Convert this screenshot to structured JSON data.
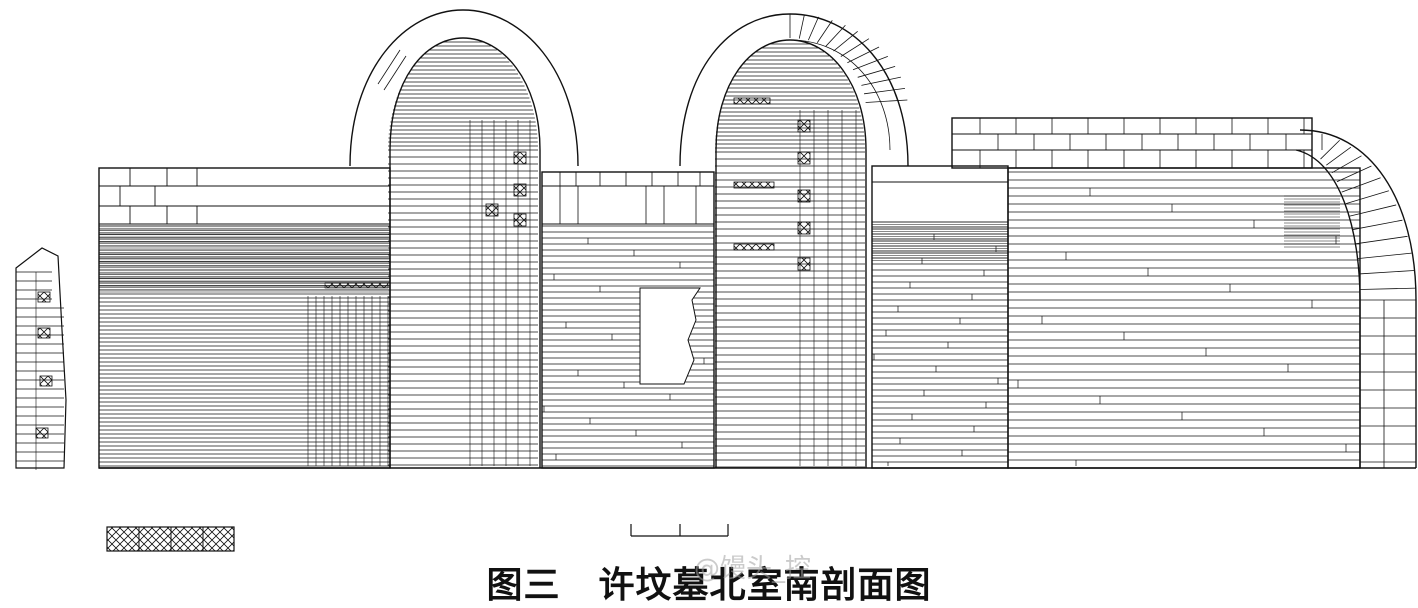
{
  "figure": {
    "number": "图三",
    "title": "许坟墓北室南剖面图"
  },
  "watermark": {
    "text": "@馒头_控"
  },
  "colors": {
    "line": "#111111",
    "background": "#ffffff"
  },
  "elements": {
    "legend": "hatched-brick-swatch",
    "scale": "scale-bar"
  }
}
